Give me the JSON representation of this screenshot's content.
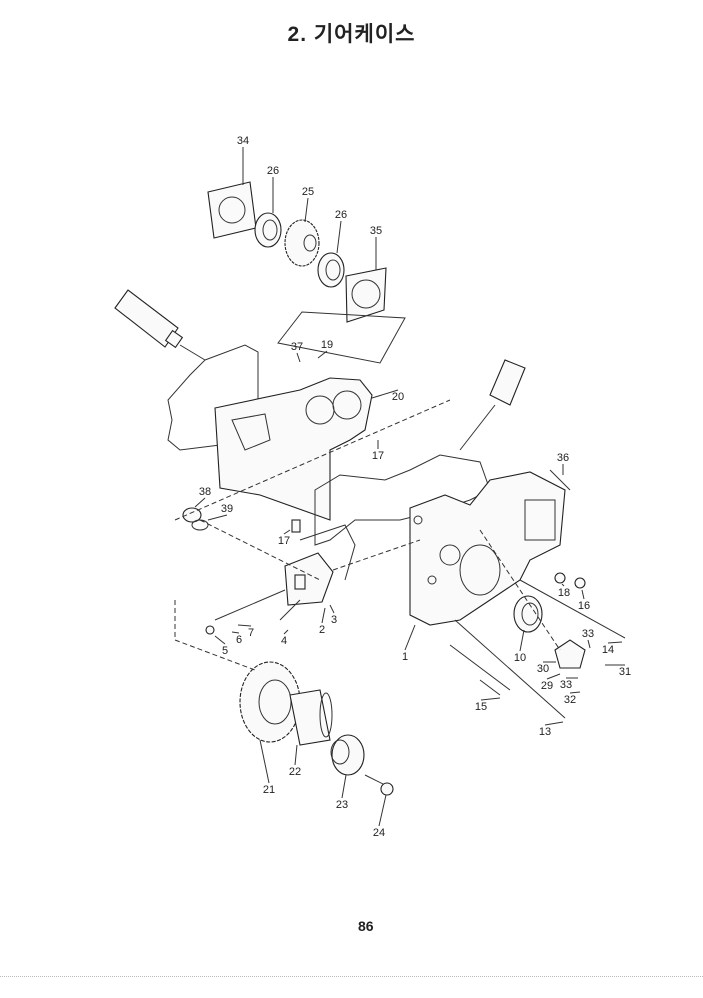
{
  "page": {
    "title": "2. 기어케이스",
    "page_number": "86"
  },
  "callouts": [
    "34",
    "26",
    "25",
    "26",
    "35",
    "37",
    "19",
    "20",
    "17",
    "38",
    "39",
    "17",
    "36",
    "18",
    "16",
    "2",
    "3",
    "7",
    "6",
    "4",
    "5",
    "1",
    "10",
    "33",
    "14",
    "30",
    "31",
    "29",
    "33",
    "32",
    "15",
    "13",
    "22",
    "21",
    "23",
    "24"
  ]
}
